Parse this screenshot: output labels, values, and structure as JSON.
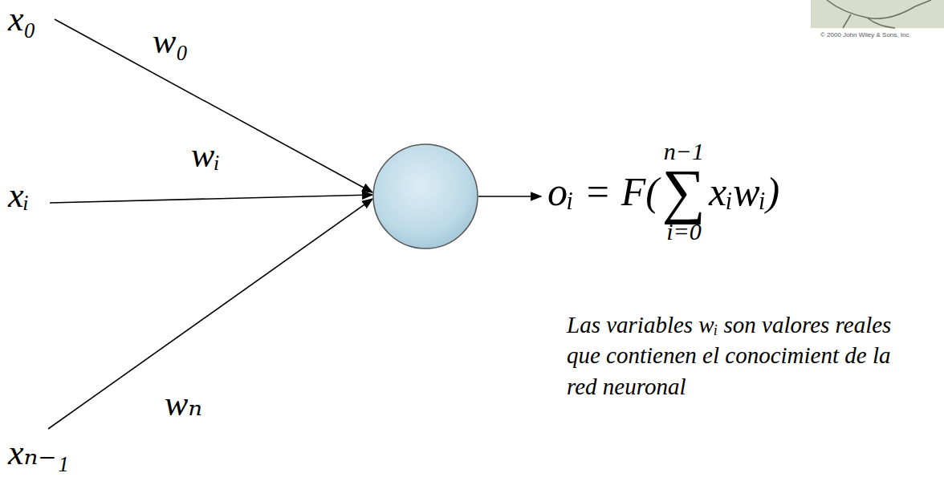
{
  "diagram": {
    "labels": [
      "© 2000 John Wiley & Sons, Inc.",
      "x₀",
      "w₀",
      "xᵢ",
      "wᵢ",
      "wₙ",
      "xₙ₋₁",
      "oᵢ = F(",
      "n−1",
      "∑",
      "i=0",
      "xᵢwᵢ)",
      "Las variables wᵢ son valores reales que contienen el conocimient de la red neuronal"
    ]
  }
}
